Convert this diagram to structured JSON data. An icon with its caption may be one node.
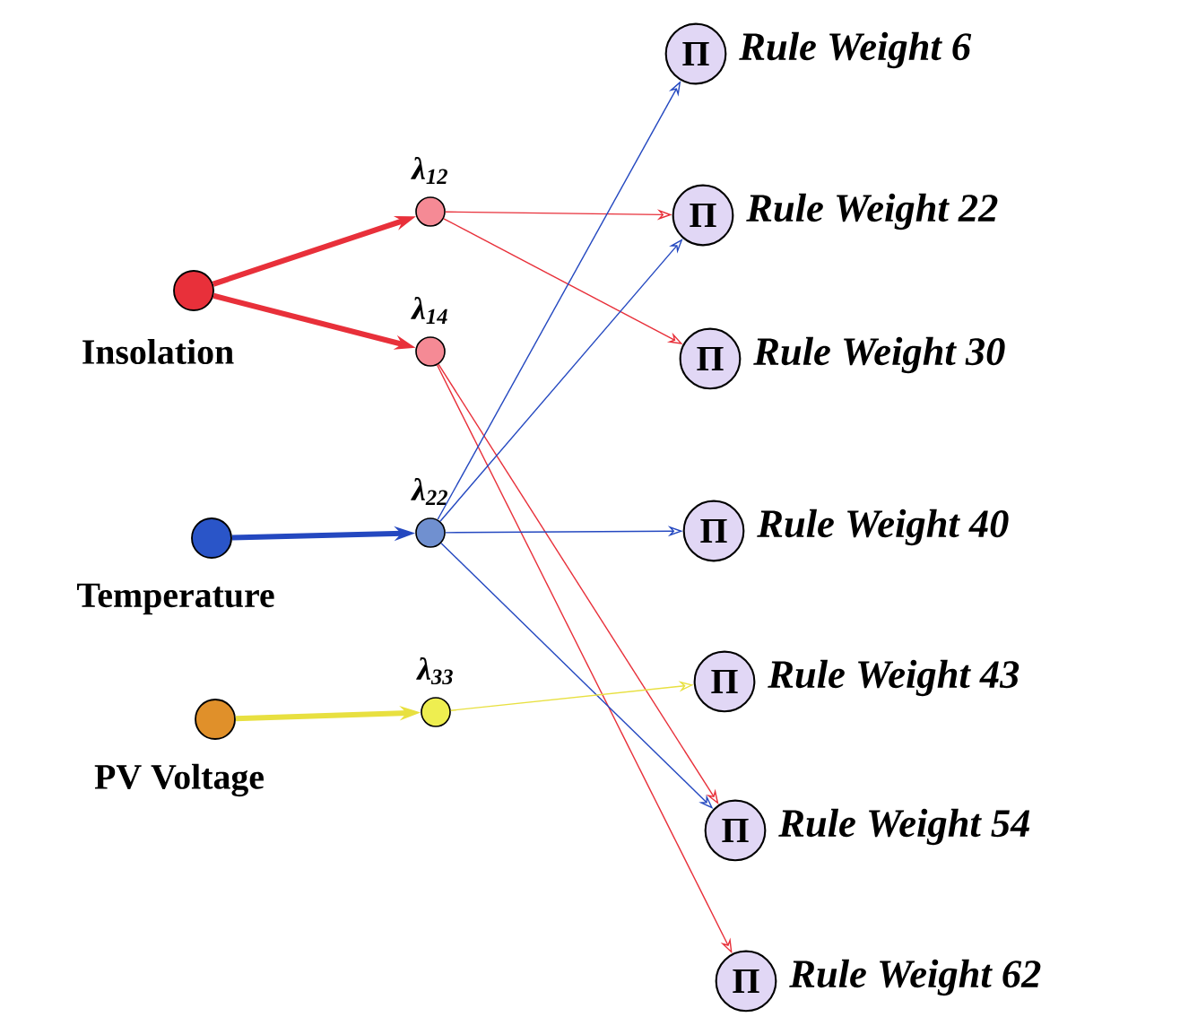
{
  "diagram": {
    "nodes": [
      {
        "text": [
          "Insolation"
        ]
      },
      {
        "text": [
          "Temperature"
        ]
      },
      {
        "text": [
          "PV Voltage"
        ]
      },
      {
        "text": [
          "λ$_{12}$"
        ]
      },
      {
        "text": [
          "λ$_{14}$"
        ]
      },
      {
        "text": [
          "λ$_{22}$"
        ]
      },
      {
        "text": [
          "λ$_{33}$"
        ]
      },
      {
        "text": [
          "Π",
          "Rule Weight 6"
        ]
      },
      {
        "text": [
          "Π",
          "Rule Weight 22"
        ]
      },
      {
        "text": [
          "Π",
          "Rule Weight 30"
        ]
      },
      {
        "text": [
          "Π",
          "Rule Weight 40"
        ]
      },
      {
        "text": [
          "Π",
          "Rule Weight 43"
        ]
      },
      {
        "text": [
          "Π",
          "Rule Weight 54"
        ]
      },
      {
        "text": [
          "Π",
          "Rule Weight 62"
        ]
      }
    ],
    "edges": [
      {
        "from": 0,
        "to": 3,
        "arrow": "to",
        "style": "thick"
      },
      {
        "from": 0,
        "to": 4,
        "arrow": "to",
        "style": "thick"
      },
      {
        "from": 1,
        "to": 5,
        "arrow": "to",
        "style": "thick",
        "color": "#2448c0"
      },
      {
        "from": 2,
        "to": 6,
        "arrow": "to",
        "style": "thick",
        "color": "#e8e040"
      },
      {
        "from": 3,
        "to": 8,
        "arrow": "to"
      },
      {
        "from": 3,
        "to": 9,
        "arrow": "to"
      },
      {
        "from": 4,
        "to": 12,
        "arrow": "to"
      },
      {
        "from": 4,
        "to": 13,
        "arrow": "to"
      },
      {
        "from": 5,
        "to": 7,
        "arrow": "to",
        "color": "#2448c0"
      },
      {
        "from": 5,
        "to": 8,
        "arrow": "to",
        "color": "#2448c0"
      },
      {
        "from": 5,
        "to": 10,
        "arrow": "to",
        "color": "#2448c0"
      },
      {
        "from": 5,
        "to": 12,
        "arrow": "to",
        "color": "#2448c0"
      },
      {
        "from": 6,
        "to": 11,
        "arrow": "to",
        "color": "#e8e040"
      }
    ]
  }
}
